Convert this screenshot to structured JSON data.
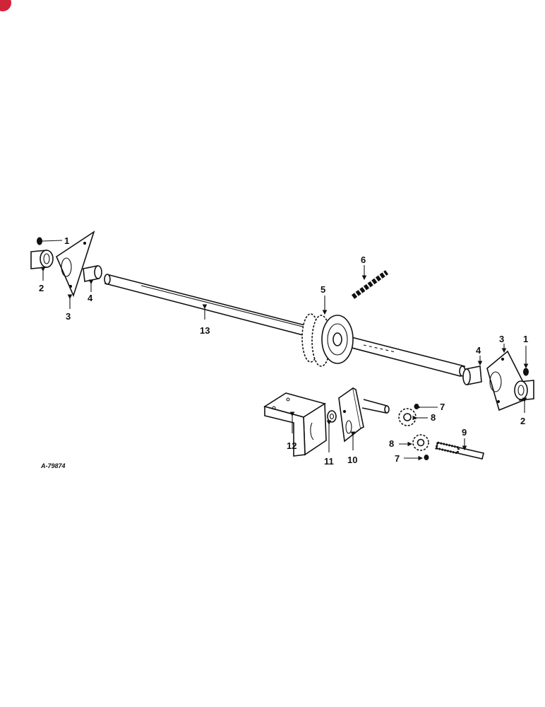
{
  "figure_id": "A-79874",
  "badge_color": "#d0243a",
  "callouts": {
    "c1_left": "1",
    "c2_left": "2",
    "c3_left": "3",
    "c4_left": "4",
    "c13": "13",
    "c5": "5",
    "c6": "6",
    "c4_right": "4",
    "c3_right": "3",
    "c1_right": "1",
    "c2_right": "2",
    "c7_top": "7",
    "c8_top": "8",
    "c8_bottom": "8",
    "c7_bottom": "7",
    "c9": "9",
    "c12": "12",
    "c11": "11",
    "c10": "10"
  }
}
